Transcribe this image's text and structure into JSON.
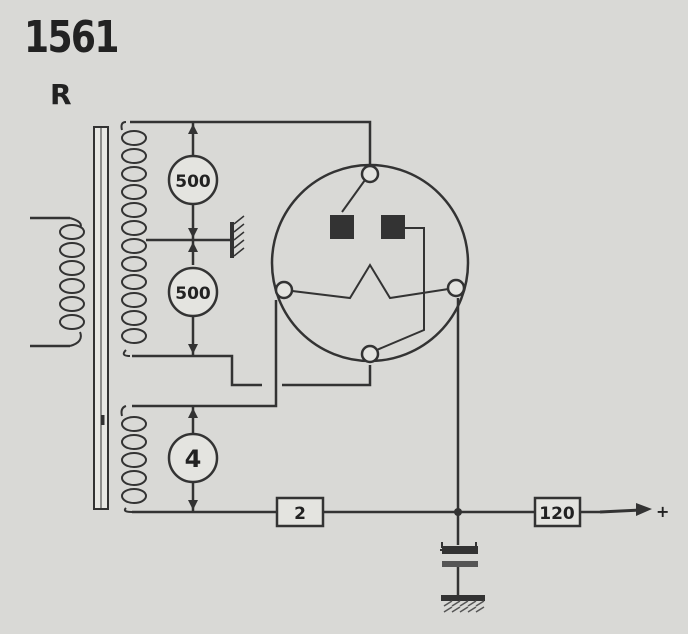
{
  "header": {
    "model": "1561",
    "suffix": "R"
  },
  "components": {
    "meter_top": "500",
    "meter_mid": "500",
    "meter_low": "4",
    "resistor_2": "2",
    "resistor_120": "120",
    "plus_terminal": "+"
  }
}
